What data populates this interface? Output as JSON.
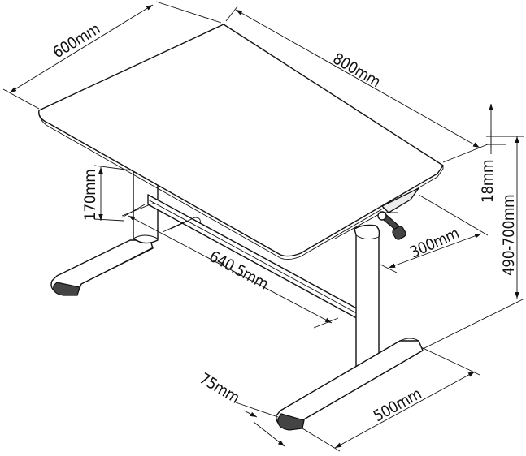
{
  "dimensions": {
    "top_depth": "600mm",
    "top_width": "800mm",
    "top_thickness": "18mm",
    "height_range": "490-700mm",
    "crank_length": "300mm",
    "beam_length": "640.5mm",
    "beam_drop": "170mm",
    "foot_width": "75mm",
    "foot_length": "500mm"
  }
}
